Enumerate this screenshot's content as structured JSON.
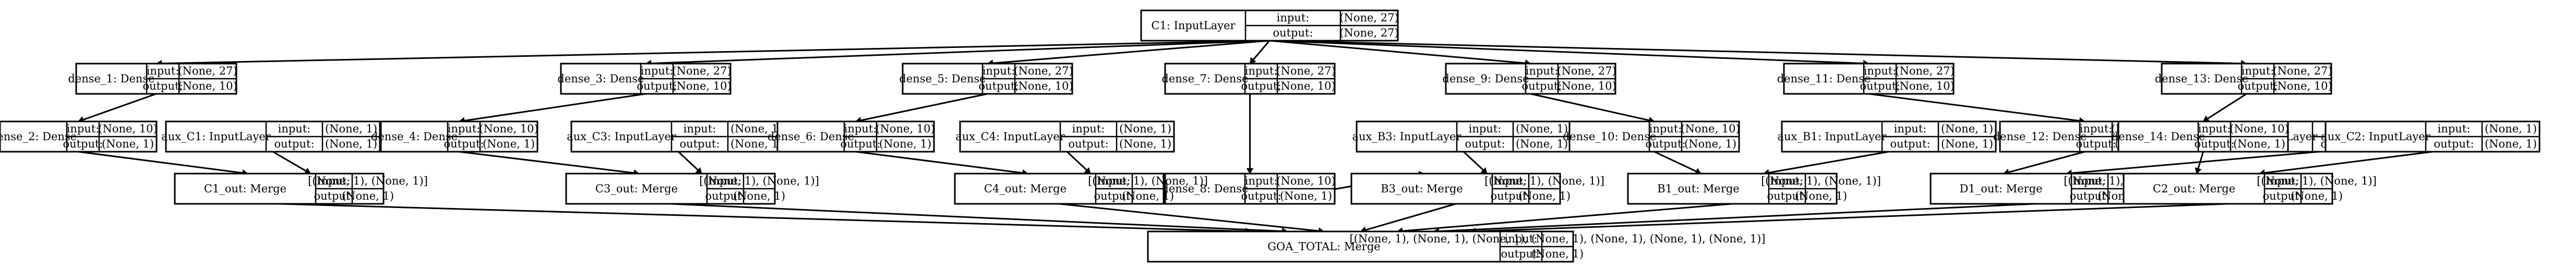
{
  "port_labels": {
    "input": "input:",
    "output": "output:"
  },
  "nodes": [
    {
      "id": "c1",
      "title": "C1: InputLayer",
      "input": "(None, 27)",
      "output": "(None, 27)"
    },
    {
      "id": "dense_1",
      "title": "dense_1: Dense",
      "input": "(None, 27)",
      "output": "(None, 10)"
    },
    {
      "id": "dense_3",
      "title": "dense_3: Dense",
      "input": "(None, 27)",
      "output": "(None, 10)"
    },
    {
      "id": "dense_5",
      "title": "dense_5: Dense",
      "input": "(None, 27)",
      "output": "(None, 10)"
    },
    {
      "id": "dense_7",
      "title": "dense_7: Dense",
      "input": "(None, 27)",
      "output": "(None, 10)"
    },
    {
      "id": "dense_9",
      "title": "dense_9: Dense",
      "input": "(None, 27)",
      "output": "(None, 10)"
    },
    {
      "id": "dense_11",
      "title": "dense_11: Dense",
      "input": "(None, 27)",
      "output": "(None, 10)"
    },
    {
      "id": "dense_13",
      "title": "dense_13: Dense",
      "input": "(None, 27)",
      "output": "(None, 10)"
    },
    {
      "id": "dense_2",
      "title": "dense_2: Dense",
      "input": "(None, 10)",
      "output": "(None, 1)"
    },
    {
      "id": "aux_c1",
      "title": "aux_C1: InputLayer",
      "input": "(None, 1)",
      "output": "(None, 1)"
    },
    {
      "id": "dense_4",
      "title": "dense_4: Dense",
      "input": "(None, 10)",
      "output": "(None, 1)"
    },
    {
      "id": "aux_c3",
      "title": "aux_C3: InputLayer",
      "input": "(None, 1)",
      "output": "(None, 1)"
    },
    {
      "id": "dense_6",
      "title": "dense_6: Dense",
      "input": "(None, 10)",
      "output": "(None, 1)"
    },
    {
      "id": "aux_c4",
      "title": "aux_C4: InputLayer",
      "input": "(None, 1)",
      "output": "(None, 1)"
    },
    {
      "id": "dense_8",
      "title": "dense_8: Dense",
      "input": "(None, 10)",
      "output": "(None, 1)"
    },
    {
      "id": "aux_b3",
      "title": "aux_B3: InputLayer",
      "input": "(None, 1)",
      "output": "(None, 1)"
    },
    {
      "id": "dense_10",
      "title": "dense_10: Dense",
      "input": "(None, 10)",
      "output": "(None, 1)"
    },
    {
      "id": "aux_b1",
      "title": "aux_B1: InputLayer",
      "input": "(None, 1)",
      "output": "(None, 1)"
    },
    {
      "id": "dense_12",
      "title": "dense_12: Dense",
      "input": "(None, 10)",
      "output": "(None, 1)"
    },
    {
      "id": "aux_d1",
      "title": "aux_D1: InputLayer",
      "input": "(None, 1)",
      "output": "(None, 1)"
    },
    {
      "id": "dense_14",
      "title": "dense_14: Dense",
      "input": "(None, 10)",
      "output": "(None, 1)"
    },
    {
      "id": "aux_c2",
      "title": "aux_C2: InputLayer",
      "input": "(None, 1)",
      "output": "(None, 1)"
    },
    {
      "id": "c1_out",
      "title": "C1_out: Merge",
      "input": "[(None, 1), (None, 1)]",
      "output": "(None, 1)"
    },
    {
      "id": "c3_out",
      "title": "C3_out: Merge",
      "input": "[(None, 1), (None, 1)]",
      "output": "(None, 1)"
    },
    {
      "id": "c4_out",
      "title": "C4_out: Merge",
      "input": "[(None, 1), (None, 1)]",
      "output": "(None, 1)"
    },
    {
      "id": "b3_out",
      "title": "B3_out: Merge",
      "input": "[(None, 1), (None, 1)]",
      "output": "(None, 1)"
    },
    {
      "id": "b1_out",
      "title": "B1_out: Merge",
      "input": "[(None, 1), (None, 1)]",
      "output": "(None, 1)"
    },
    {
      "id": "d1_out",
      "title": "D1_out: Merge",
      "input": "[(None, 1), (None, 1)]",
      "output": "(None, 1)"
    },
    {
      "id": "c2_out",
      "title": "C2_out: Merge",
      "input": "[(None, 1), (None, 1)]",
      "output": "(None, 1)"
    },
    {
      "id": "goa_total",
      "title": "GOA_TOTAL: Merge",
      "input": "[(None, 1), (None, 1), (None, 1), (None, 1), (None, 1), (None, 1), (None, 1)]",
      "output": "(None, 1)"
    }
  ],
  "edges": [
    [
      "c1",
      "dense_1"
    ],
    [
      "c1",
      "dense_3"
    ],
    [
      "c1",
      "dense_5"
    ],
    [
      "c1",
      "dense_7"
    ],
    [
      "c1",
      "dense_9"
    ],
    [
      "c1",
      "dense_11"
    ],
    [
      "c1",
      "dense_13"
    ],
    [
      "dense_1",
      "dense_2"
    ],
    [
      "dense_3",
      "dense_4"
    ],
    [
      "dense_5",
      "dense_6"
    ],
    [
      "dense_7",
      "dense_8"
    ],
    [
      "dense_9",
      "dense_10"
    ],
    [
      "dense_11",
      "dense_12"
    ],
    [
      "dense_13",
      "dense_14"
    ],
    [
      "dense_2",
      "c1_out"
    ],
    [
      "aux_c1",
      "c1_out"
    ],
    [
      "dense_4",
      "c3_out"
    ],
    [
      "aux_c3",
      "c3_out"
    ],
    [
      "dense_6",
      "c4_out"
    ],
    [
      "aux_c4",
      "c4_out"
    ],
    [
      "dense_8",
      "b3_out"
    ],
    [
      "aux_b3",
      "b3_out"
    ],
    [
      "dense_10",
      "b1_out"
    ],
    [
      "aux_b1",
      "b1_out"
    ],
    [
      "dense_12",
      "d1_out"
    ],
    [
      "aux_d1",
      "d1_out"
    ],
    [
      "dense_14",
      "c2_out"
    ],
    [
      "aux_c2",
      "c2_out"
    ],
    [
      "c1_out",
      "goa_total"
    ],
    [
      "c3_out",
      "goa_total"
    ],
    [
      "c4_out",
      "goa_total"
    ],
    [
      "b3_out",
      "goa_total"
    ],
    [
      "b1_out",
      "goa_total"
    ],
    [
      "d1_out",
      "goa_total"
    ],
    [
      "c2_out",
      "goa_total"
    ]
  ]
}
